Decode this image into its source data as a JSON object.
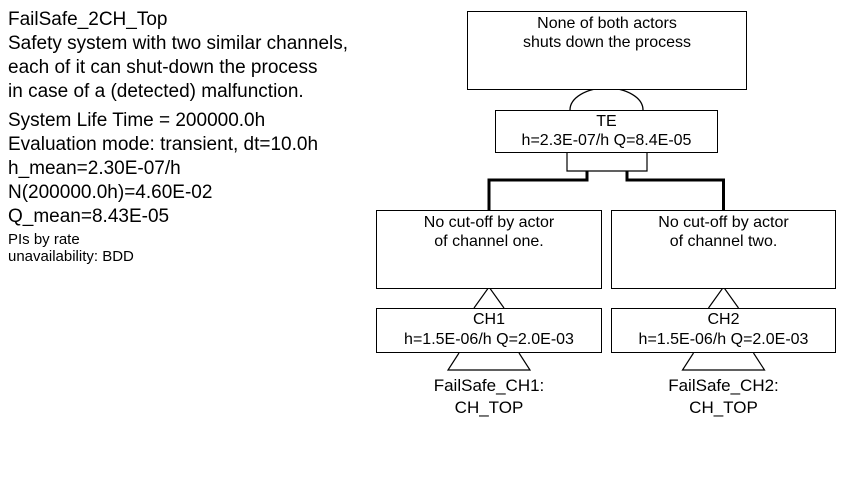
{
  "colors": {
    "background": "#ffffff",
    "line": "#000000",
    "text": "#000000"
  },
  "info_panel": {
    "title": "FailSafe_2CH_Top",
    "description": [
      "Safety system with two similar channels,",
      "each of it can shut-down the process",
      "in case of a (detected) malfunction."
    ],
    "parameters": [
      "System Life Time = 200000.0h",
      "Evaluation mode: transient, dt=10.0h",
      "h_mean=2.30E-07/h",
      "N(200000.0h)=4.60E-02",
      "Q_mean=8.43E-05"
    ],
    "footnotes": [
      "PIs by rate",
      "unavailability: BDD"
    ]
  },
  "fault_tree": {
    "top_event": {
      "lines": [
        "None of both actors",
        "shuts down the process"
      ]
    },
    "te_gate": {
      "label": "TE",
      "values": "h=2.3E-07/h Q=8.4E-05"
    },
    "channel_one_event": {
      "lines": [
        "No cut-off by actor",
        "of channel one."
      ]
    },
    "channel_two_event": {
      "lines": [
        "No cut-off by actor",
        "of channel two."
      ]
    },
    "ch1_gate": {
      "label": "CH1",
      "values": "h=1.5E-06/h Q=2.0E-03"
    },
    "ch2_gate": {
      "label": "CH2",
      "values": "h=1.5E-06/h Q=2.0E-03"
    },
    "transfer_ch1": {
      "lines": [
        "FailSafe_CH1:",
        "CH_TOP"
      ]
    },
    "transfer_ch2": {
      "lines": [
        "FailSafe_CH2:",
        "CH_TOP"
      ]
    }
  }
}
